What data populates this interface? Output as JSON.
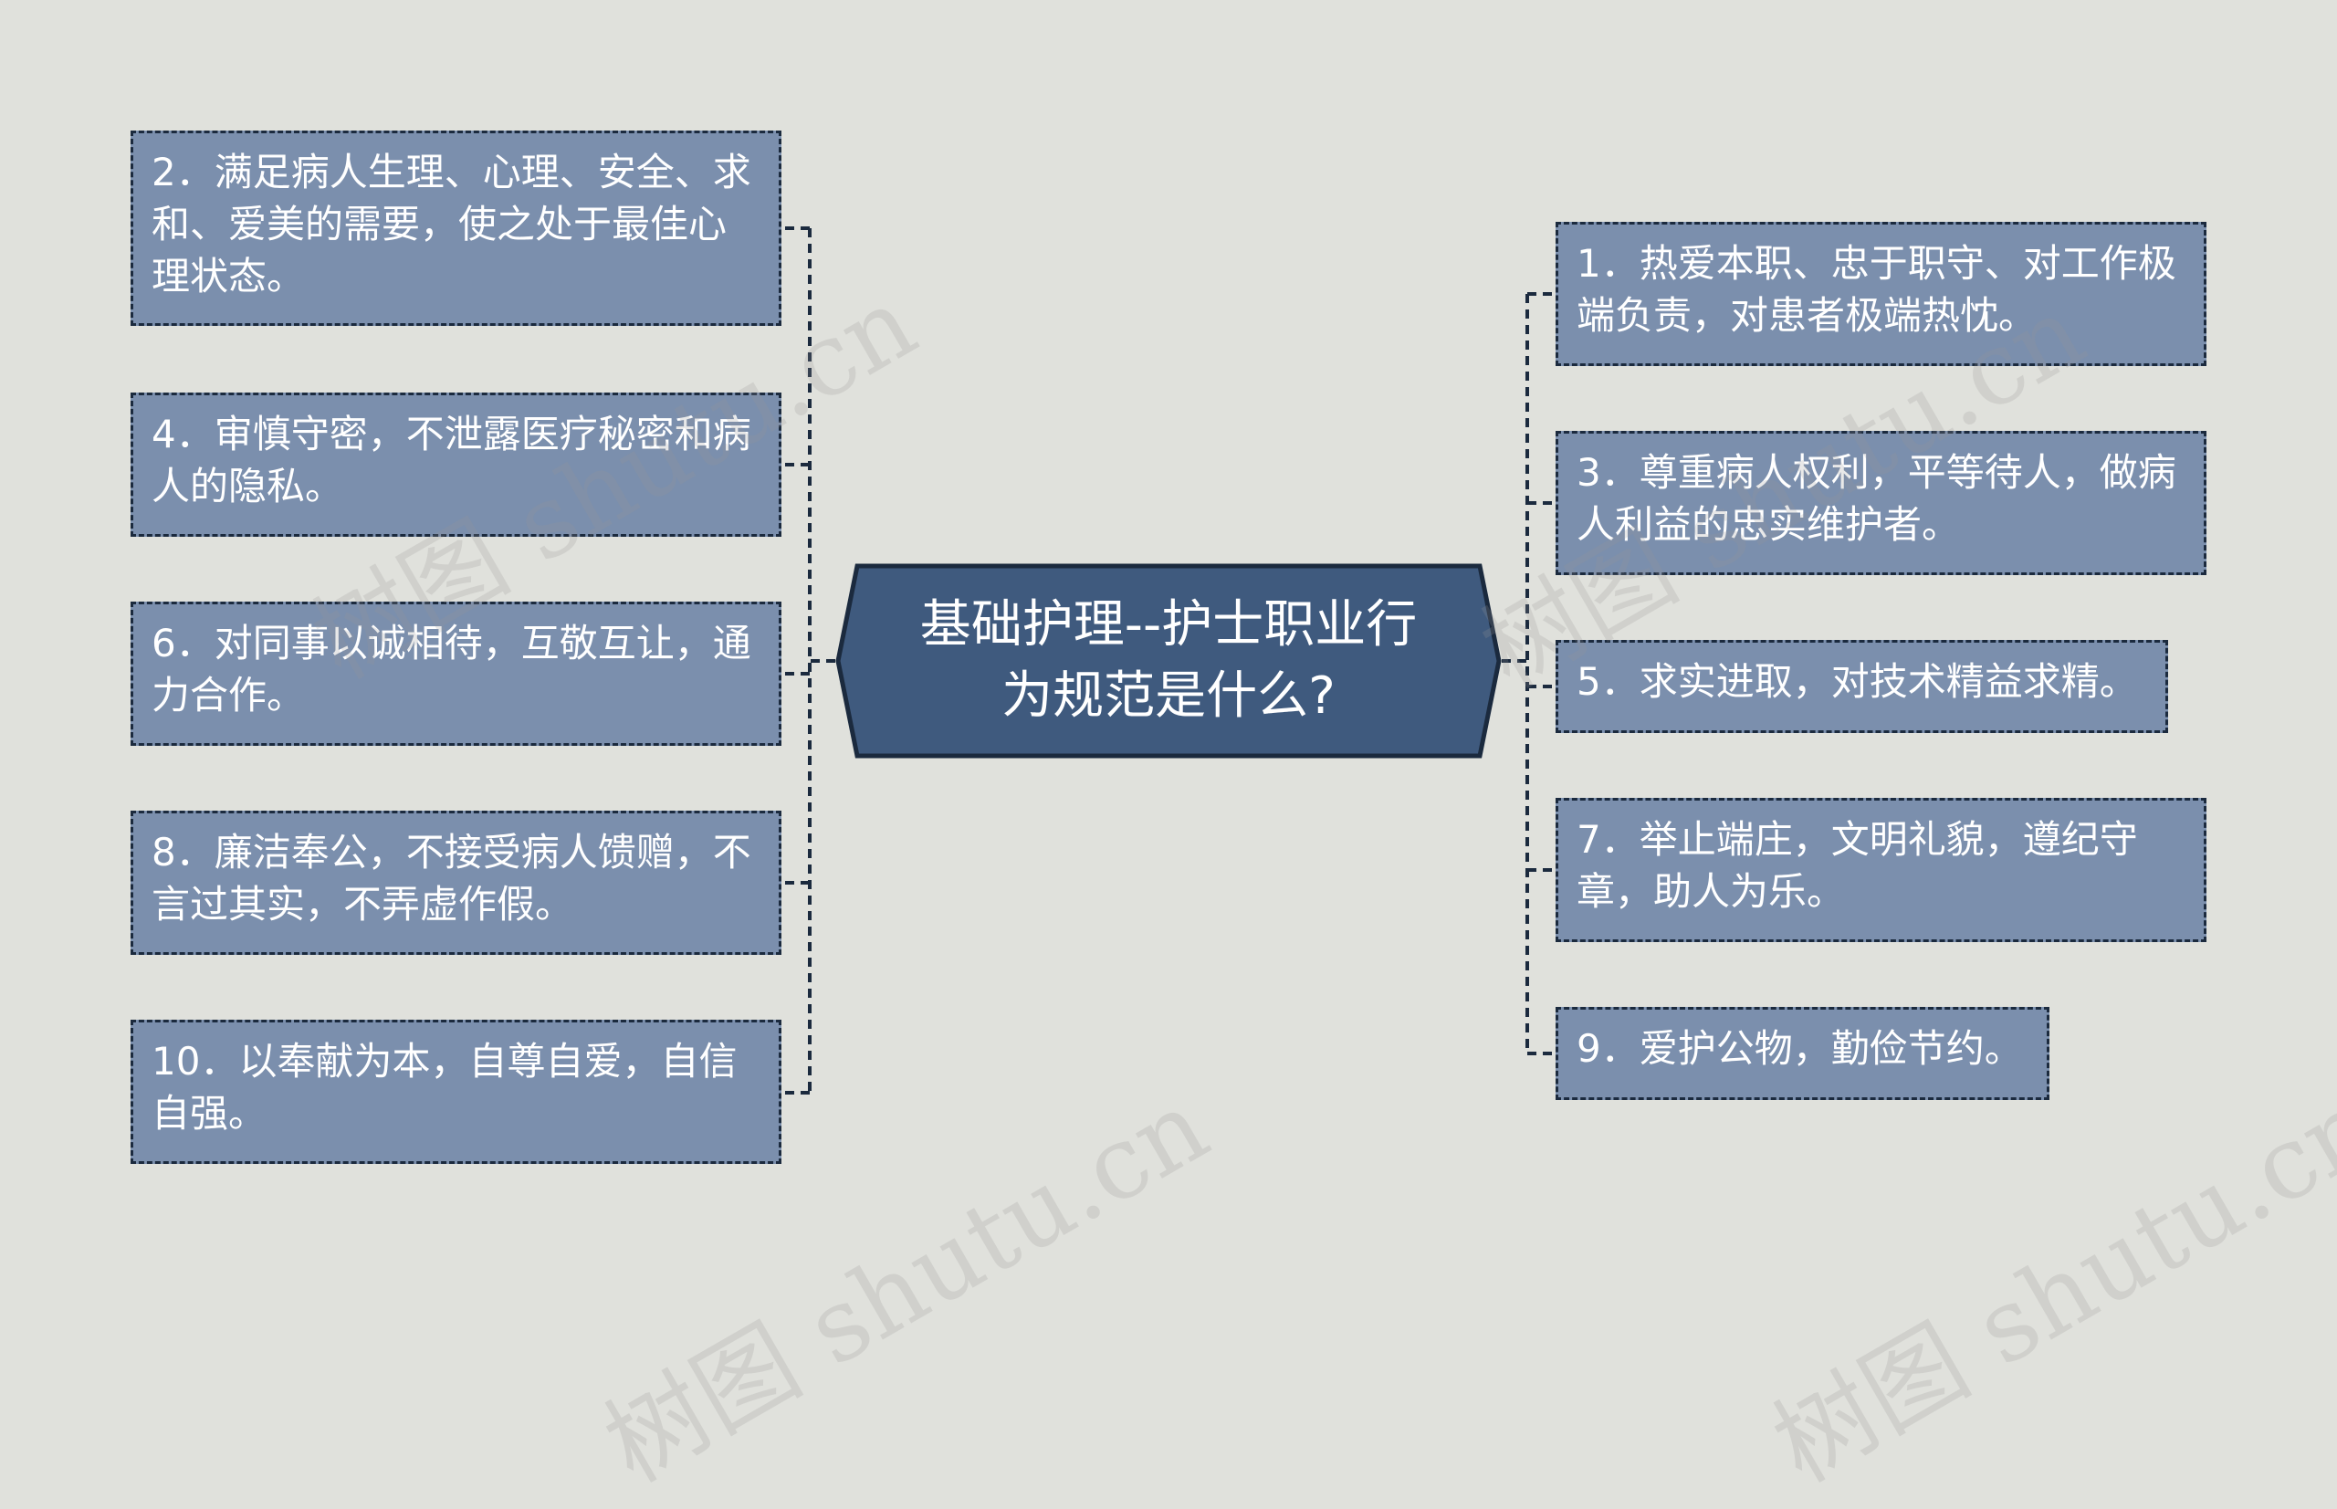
{
  "center_topic": "基础护理--护士职业行为规范是什么?",
  "left_items": [
    "2．满足病人生理、心理、安全、求和、爱美的需要，使之处于最佳心理状态。",
    "4．审慎守密，不泄露医疗秘密和病人的隐私。",
    "6．对同事以诚相待，互敬互让，通力合作。",
    "8．廉洁奉公，不接受病人馈赠，不言过其实，不弄虚作假。",
    "10．以奉献为本，自尊自爱，自信自强。"
  ],
  "right_items": [
    "1．热爱本职、忠于职守、对工作极端负责，对患者极端热忱。",
    "3．尊重病人权利，平等待人，做病人利益的忠实维护者。",
    "5．求实进取，对技术精益求精。",
    "7．举止端庄，文明礼貌，遵纪守章，助人为乐。",
    "9．爱护公物，勤俭节约。"
  ],
  "watermark": "树图 shutu.cn",
  "colors": {
    "background": "#e0e1dc",
    "node_fill": "#7b8fad",
    "center_fill": "#3f5a7e",
    "border": "#1b2a3e"
  }
}
